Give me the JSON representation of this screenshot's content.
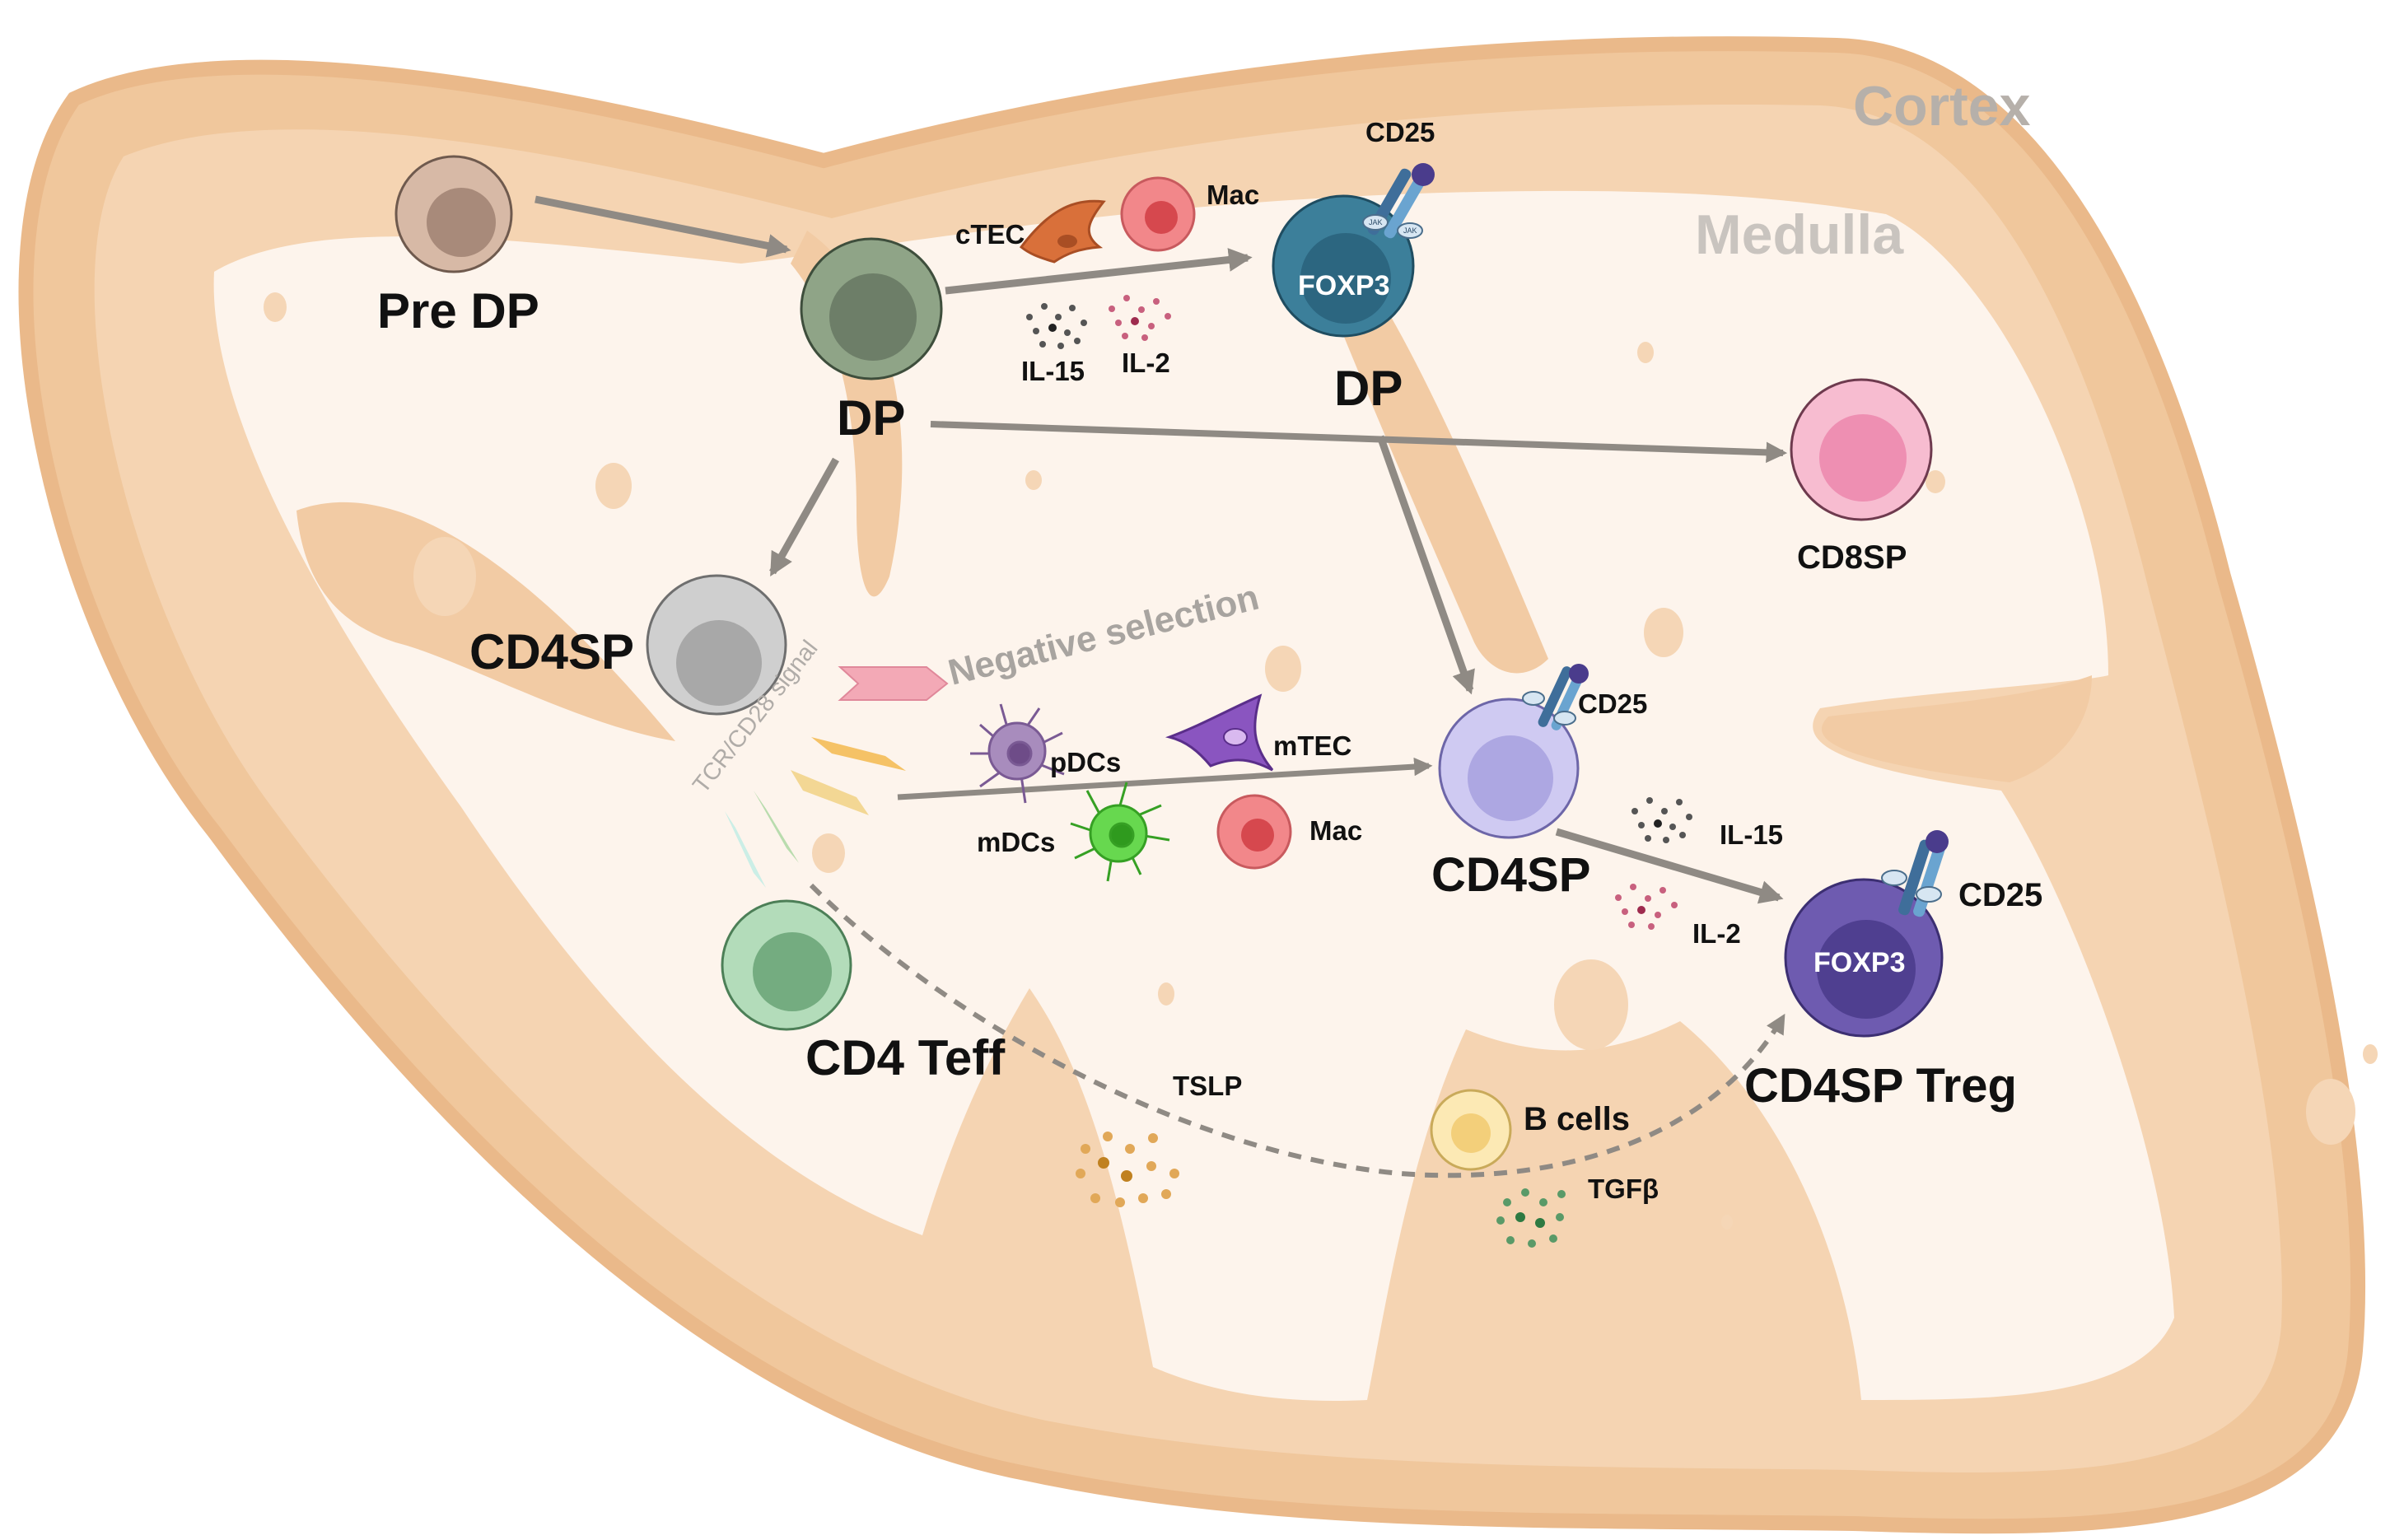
{
  "regions": {
    "cortex": "Cortex",
    "medulla": "Medulla"
  },
  "cells": {
    "pre_dp": "Pre DP",
    "dp_left": "DP",
    "dp_right": "DP",
    "cd4sp_left": "CD4SP",
    "cd4sp_center": "CD4SP",
    "cd8sp": "CD8SP",
    "cd4_teff": "CD4 Teff",
    "cd4sp_treg": "CD4SP Treg",
    "b_cells": "B cells"
  },
  "markers": {
    "foxp3": "FOXP3",
    "cd25": "CD25",
    "jak": "JAK"
  },
  "stromal": {
    "ctec": "cTEC",
    "mac": "Mac",
    "pdcs": "pDCs",
    "mdcs": "mDCs",
    "mtec": "mTEC"
  },
  "cytokines": {
    "il15": "IL-15",
    "il2": "IL-2",
    "tslp": "TSLP",
    "tgfb": "TGFβ"
  },
  "annotations": {
    "negative_selection": "Negative selection",
    "tcr_signal": "TCR/CD28 signal"
  },
  "colors": {
    "cortex": "#f2ccA4",
    "medulla": "#fdf4ec",
    "arrow": "#8f8a84",
    "pre_dp": "#c9a38f",
    "dp": "#8a9a80",
    "dp_foxp3": "#2f6f8a",
    "cd4sp": "#c0c0c0",
    "cd4sp_center": "#c8c4ee",
    "cd8sp": "#f6b3c9",
    "cd4_teff": "#a9d6b2",
    "treg": "#6a5aa8",
    "b_cells": "#fbe6a6",
    "mac": "#ef7c80",
    "ctec": "#d9703a",
    "mtec": "#8a55c0",
    "pdcs": "#9a7ab0",
    "mdcs": "#5ed24a",
    "negative_selection_box": "#f3a9b6"
  }
}
